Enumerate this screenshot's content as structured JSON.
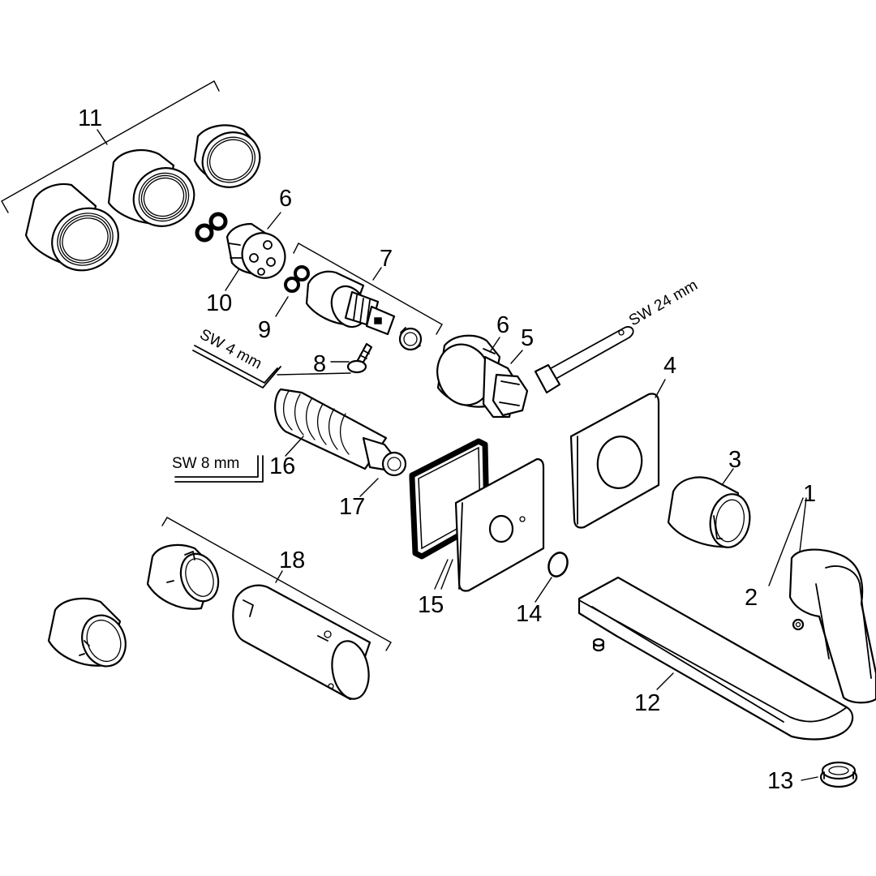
{
  "labels": {
    "l1": "1",
    "l2": "2",
    "l3": "3",
    "l4": "4",
    "l5": "5",
    "l6a": "6",
    "l6b": "6",
    "l7": "7",
    "l8": "8",
    "l9": "9",
    "l10": "10",
    "l11": "11",
    "l12": "12",
    "l13": "13",
    "l14": "14",
    "l15": "15",
    "l16": "16",
    "l17": "17",
    "l18": "18"
  },
  "tools": {
    "hex_key_4": "SW 4 mm",
    "hex_key_8": "SW 8 mm",
    "wrench_24": "SW 24 mm"
  },
  "colors": {
    "line": "#000000",
    "background": "#ffffff"
  }
}
